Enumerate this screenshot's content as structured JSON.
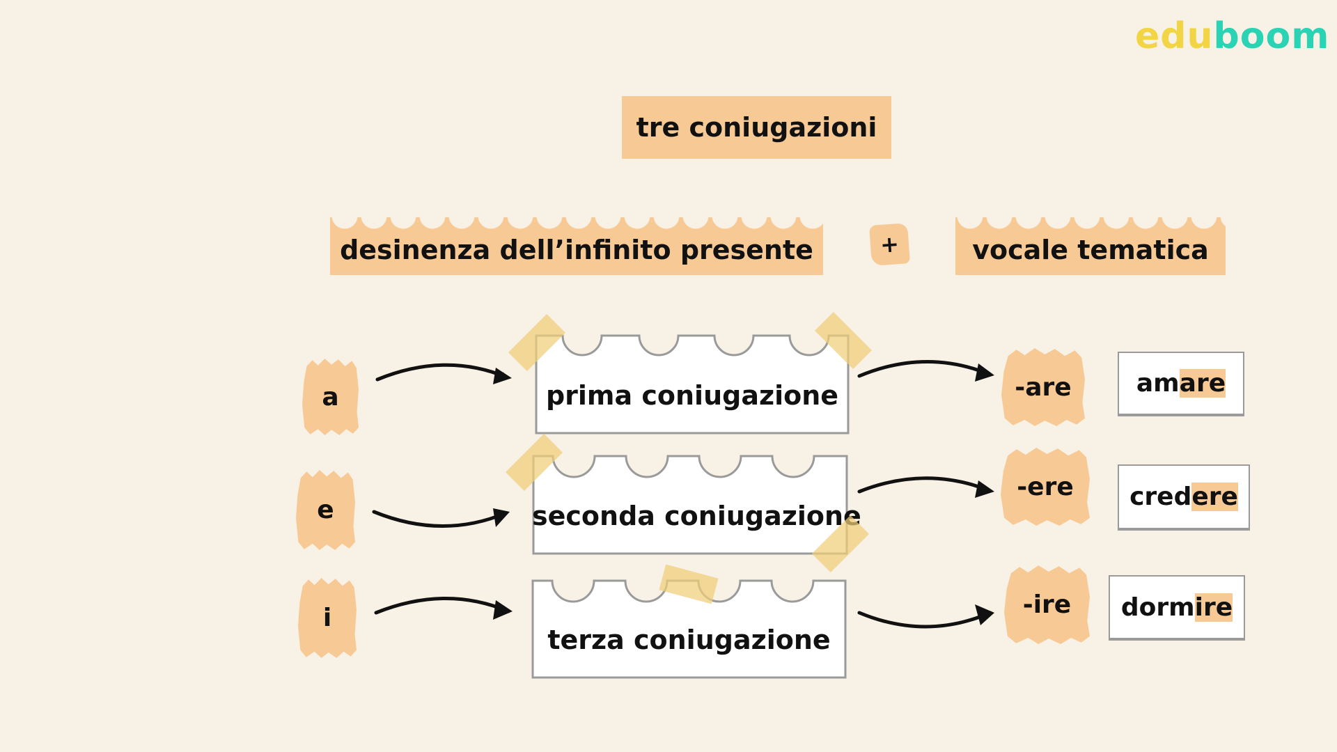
{
  "brand": {
    "logo_part1": "edu",
    "logo_part2": "boom",
    "color_edu": "#f2d544",
    "color_boom": "#2bd3b5"
  },
  "title": "tre coniugazioni",
  "formula": {
    "left": "desinenza dell’infinito presente",
    "operator": "+",
    "right": "vocale tematica"
  },
  "rows": [
    {
      "vowel": "a",
      "conjugation": "prima coniugazione",
      "ending": "-are",
      "example_stem": "am",
      "example_ending": "are"
    },
    {
      "vowel": "e",
      "conjugation": "seconda coniugazione",
      "ending": "-ere",
      "example_stem": "cred",
      "example_ending": "ere"
    },
    {
      "vowel": "i",
      "conjugation": "terza coniugazione",
      "ending": "-ire",
      "example_stem": "dorm",
      "example_ending": "ire"
    }
  ],
  "colors": {
    "background": "#f8f1e5",
    "accent": "#f7c994",
    "tape": "#f0cd78",
    "border": "#9a9a9a"
  }
}
